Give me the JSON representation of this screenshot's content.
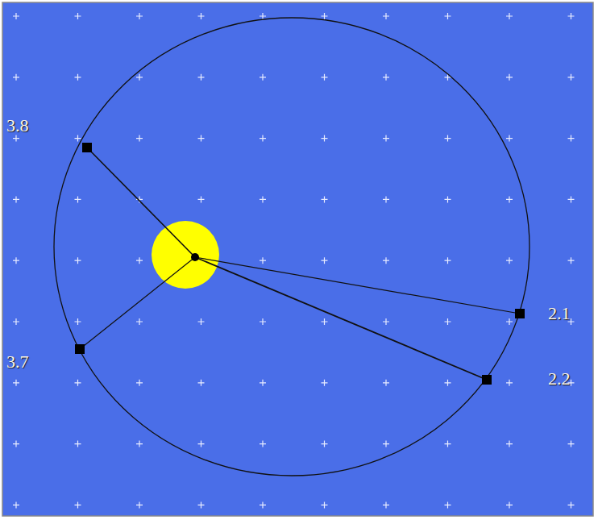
{
  "diagram": {
    "labels": [
      "3.8",
      "3.7",
      "2.1",
      "2.2"
    ]
  }
}
